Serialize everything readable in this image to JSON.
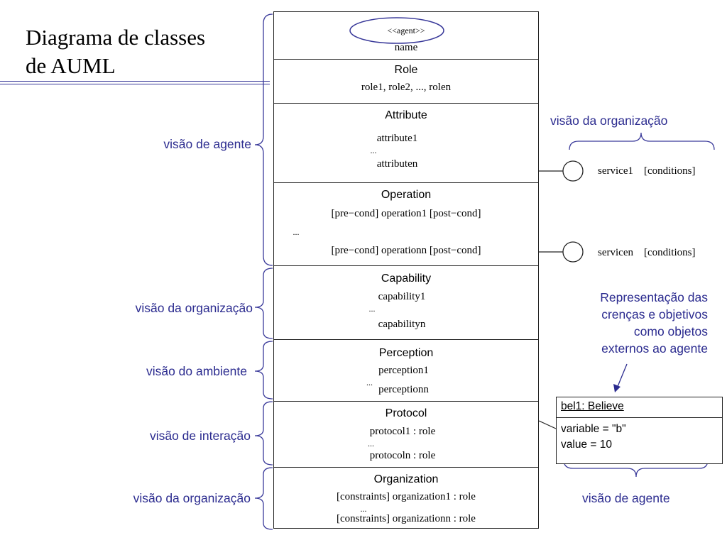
{
  "title": {
    "line1": "Diagrama de classes",
    "line2": "de AUML"
  },
  "agent_class": {
    "stereotype": "<<agent>>",
    "name": "name",
    "role": {
      "heading": "Role",
      "items": "role1, role2, ..., rolen"
    },
    "attribute": {
      "heading": "Attribute",
      "first": "attribute1",
      "dots": "...",
      "last": "attributen"
    },
    "operation": {
      "heading": "Operation",
      "first": "[pre−cond] operation1 [post−cond]",
      "dots": "...",
      "last": "[pre−cond] operationn [post−cond]"
    },
    "capability": {
      "heading": "Capability",
      "first": "capability1",
      "dots": "...",
      "last": "capabilityn"
    },
    "perception": {
      "heading": "Perception",
      "first": "perception1",
      "dots": "...",
      "last": "perceptionn"
    },
    "protocol": {
      "heading": "Protocol",
      "first": "protocol1 : role",
      "dots": "...",
      "last": "protocoln : role"
    },
    "organization": {
      "heading": "Organization",
      "first": "[constraints] organization1 : role",
      "dots": "...",
      "last": "[constraints] organizationn : role"
    }
  },
  "services": [
    {
      "name": "service1",
      "conditions": "[conditions]"
    },
    {
      "name": "servicen",
      "conditions": "[conditions]"
    }
  ],
  "left_labels": {
    "agent_view": "visão de agente",
    "organization_view_1": "visão da organização",
    "environment_view": "visão do ambiente",
    "interaction_view": "visão de interação",
    "organization_view_2": "visão da organização"
  },
  "right_labels": {
    "organization_view": "visão da organização",
    "representation": [
      "Representação das",
      "crenças e objetivos",
      "como objetos",
      "externos ao agente"
    ],
    "agent_view": "visão de agente"
  },
  "belief_object": {
    "header": "bel1: Believe",
    "line1": "variable = \"b\"",
    "line2": "value = 10"
  },
  "colors": {
    "label_blue": "#2b2b8f",
    "line": "#222222",
    "rule": "#3a3a9a"
  }
}
